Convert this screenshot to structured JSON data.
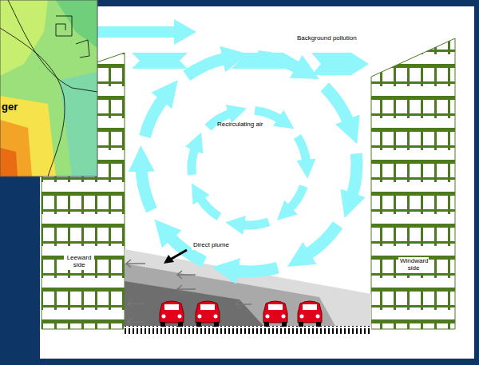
{
  "diagram": {
    "labels": [
      "Background pollution",
      "Recirculating air",
      "Direct plume",
      "Leeward side",
      "Windward side",
      "ger"
    ]
  }
}
